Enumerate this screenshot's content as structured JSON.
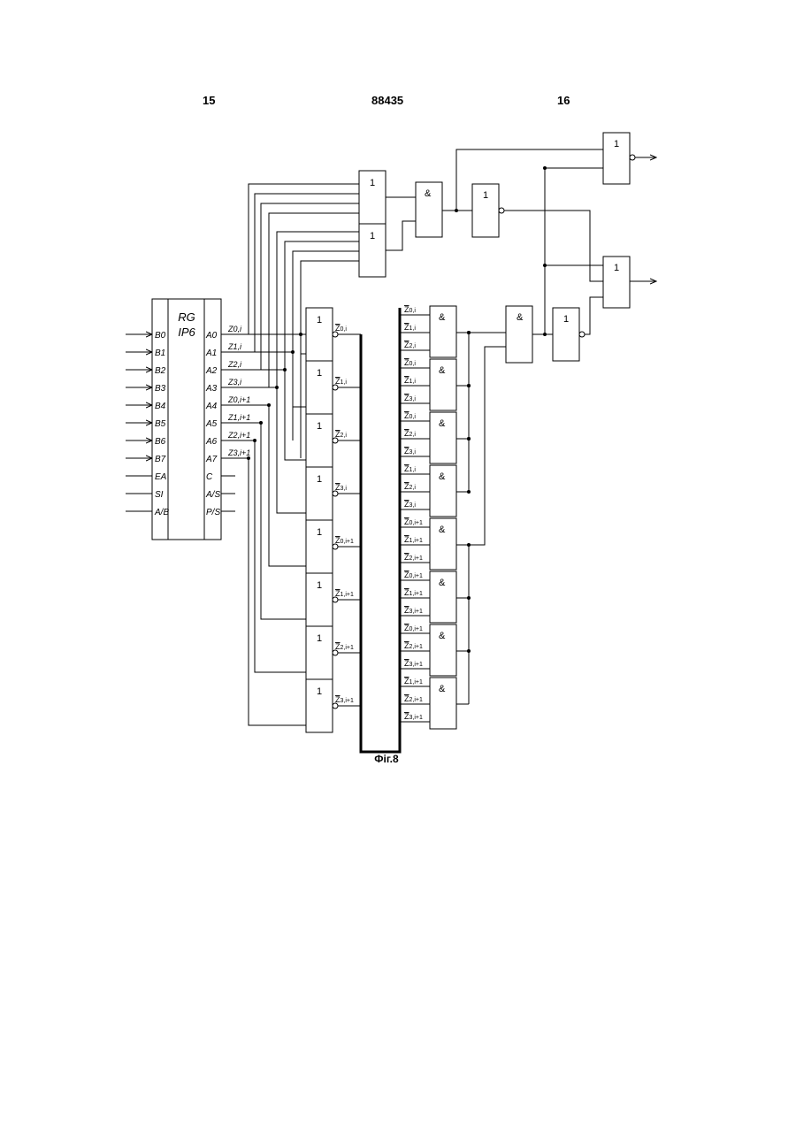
{
  "header": {
    "left_page": "15",
    "doc_number": "88435",
    "right_page": "16"
  },
  "register": {
    "title_line1": "RG",
    "title_line2": "IP6",
    "inputs": [
      "B0",
      "B1",
      "B2",
      "B3",
      "B4",
      "B5",
      "B6",
      "B7",
      "EA",
      "SI",
      "A/B"
    ],
    "outputs": [
      "A0",
      "A1",
      "A2",
      "A3",
      "A4",
      "A5",
      "A6",
      "A7",
      "C",
      "A/S",
      "P/S"
    ],
    "output_signals": [
      "Z0,i",
      "Z1,i",
      "Z2,i",
      "Z3,i",
      "Z0,i+1",
      "Z1,i+1",
      "Z2,i+1",
      "Z3,i+1"
    ]
  },
  "gates": {
    "or_symbol": "1",
    "and_symbol": "&"
  },
  "inverted_signals": [
    "Z0,i",
    "Z1,i",
    "Z2,i",
    "Z3,i",
    "Z0,i+1",
    "Z1,i+1",
    "Z2,i+1",
    "Z3,i+1"
  ],
  "and_inputs": [
    [
      "Z0,i",
      "Z1,i",
      "Z2,i"
    ],
    [
      "Z0,i",
      "Z1,i",
      "Z3,i"
    ],
    [
      "Z0,i",
      "Z2,i",
      "Z3,i"
    ],
    [
      "Z1,i",
      "Z2,i",
      "Z3,i"
    ],
    [
      "Z0,i+1",
      "Z1,i+1",
      "Z2,i+1"
    ],
    [
      "Z0,i+1",
      "Z1,i+1",
      "Z3,i+1"
    ],
    [
      "Z0,i+1",
      "Z2,i+1",
      "Z3,i+1"
    ],
    [
      "Z1,i+1",
      "Z2,i+1",
      "Z3,i+1"
    ]
  ],
  "caption": "Фіг.8"
}
